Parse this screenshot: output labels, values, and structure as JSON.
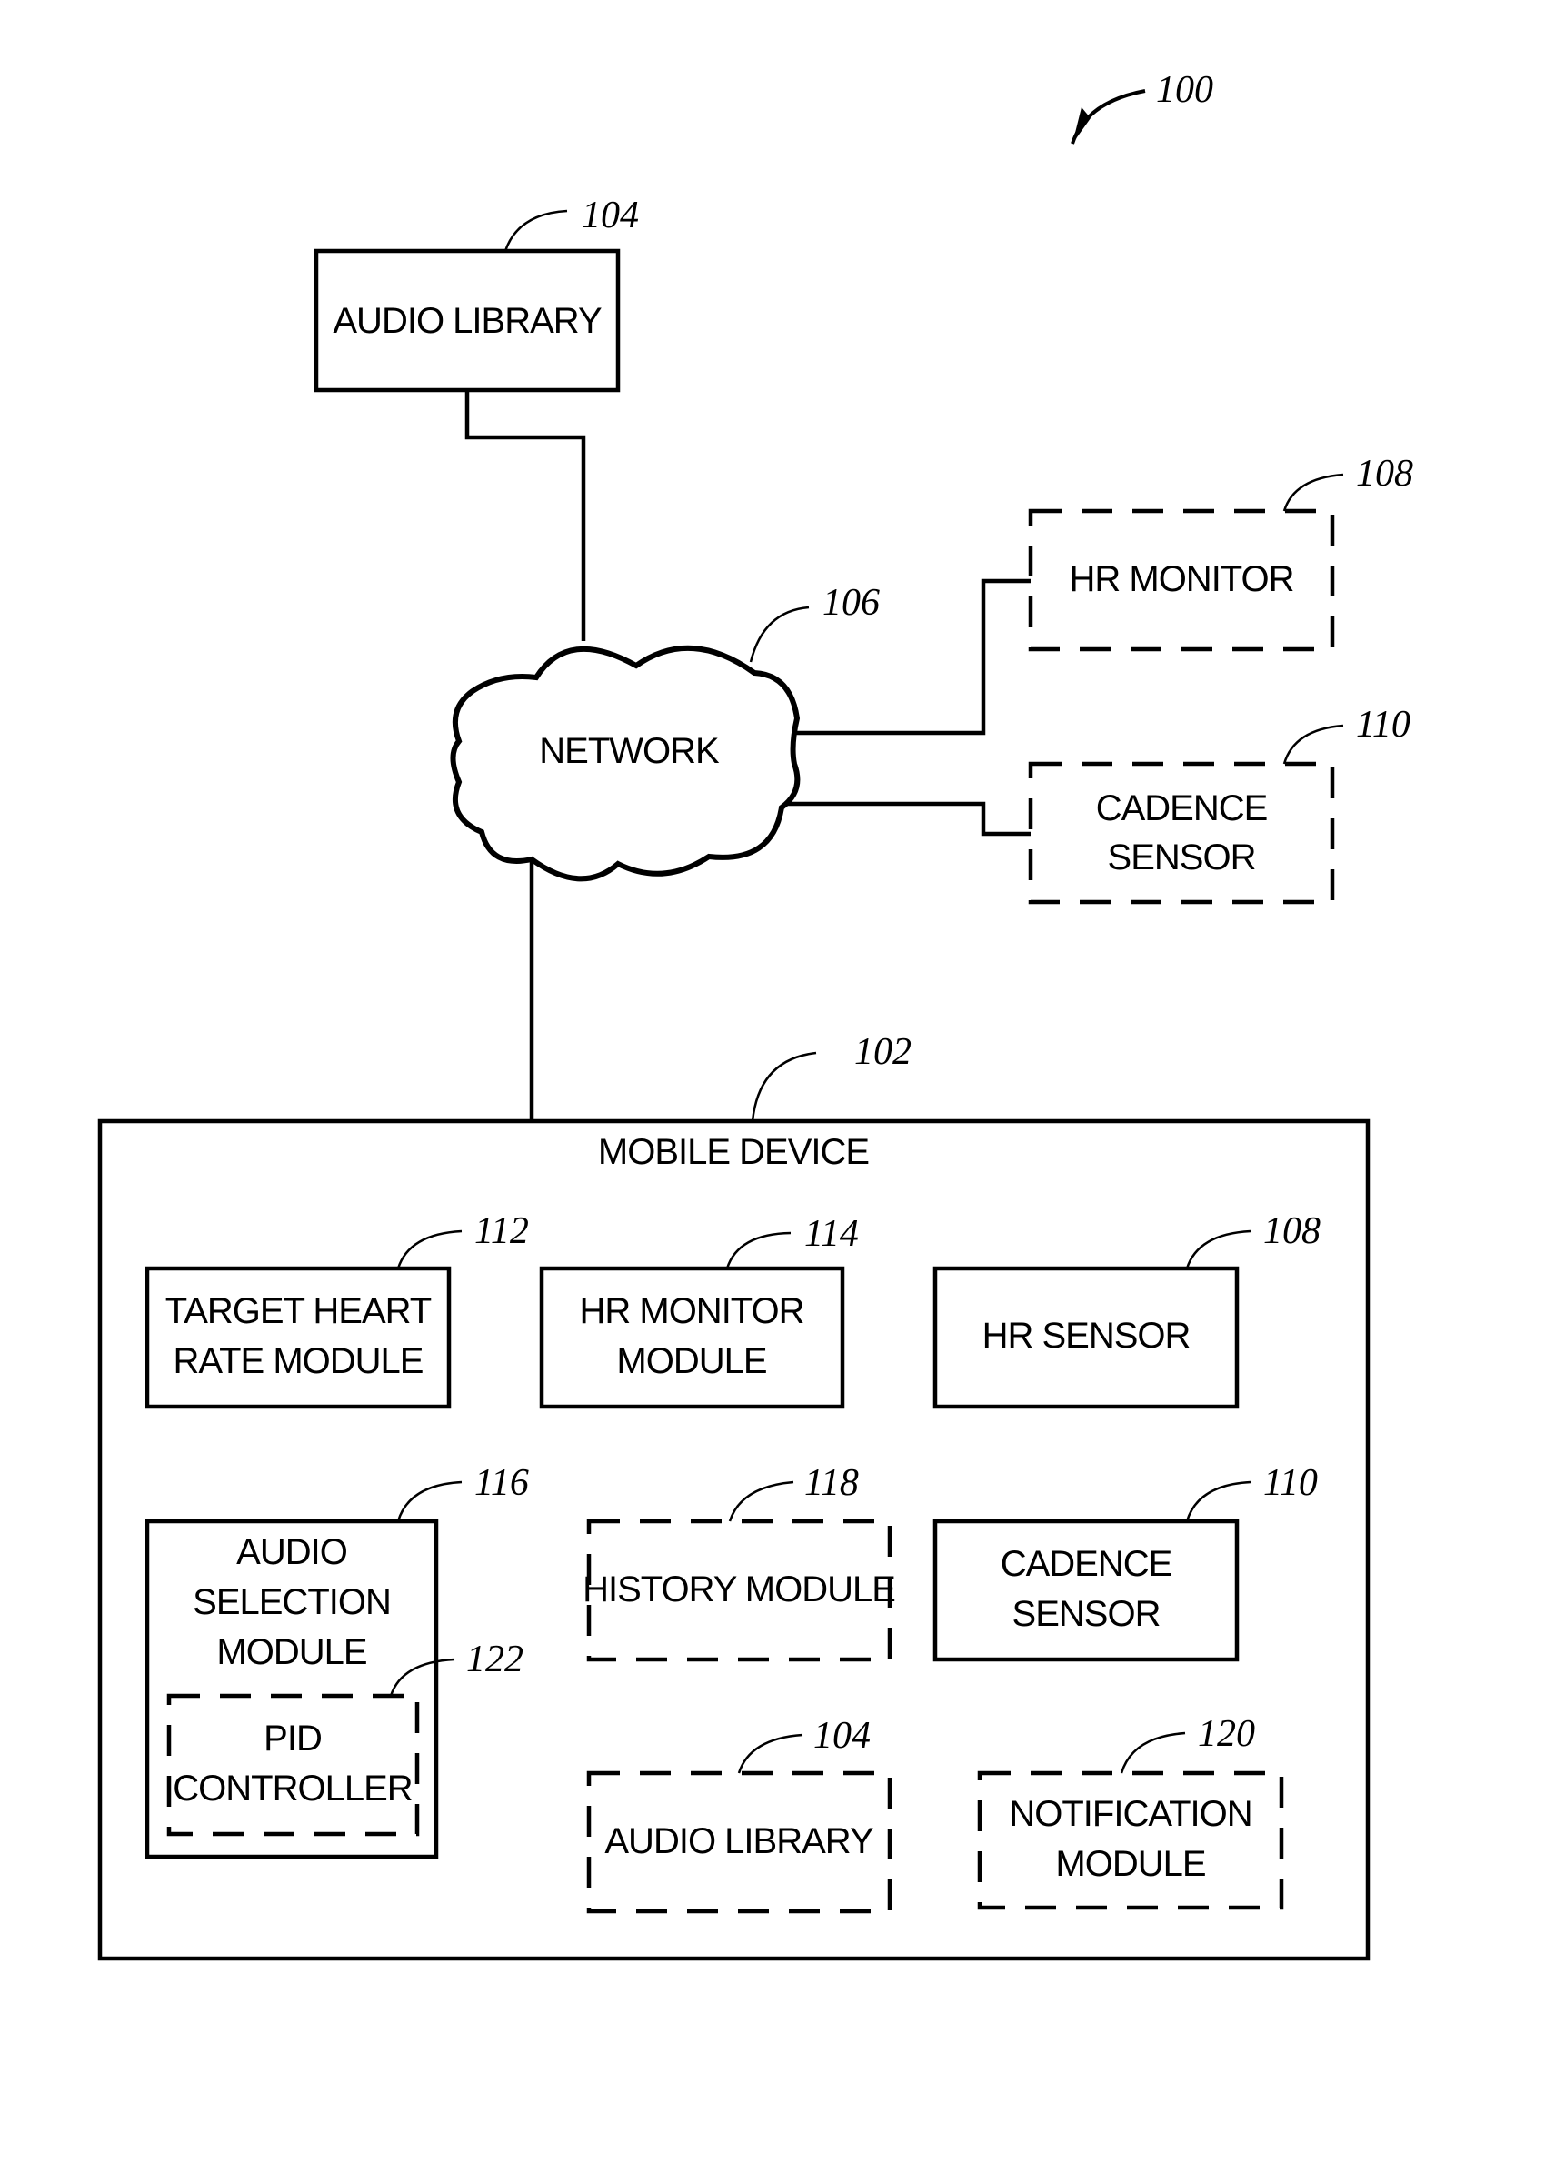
{
  "figure": {
    "ref": "100"
  },
  "audio_library_external": {
    "label": "AUDIO LIBRARY",
    "ref": "104"
  },
  "network": {
    "label": "NETWORK",
    "ref": "106"
  },
  "hr_monitor_external": {
    "label": "HR MONITOR",
    "ref": "108"
  },
  "cadence_sensor_external": {
    "label_lines": [
      "CADENCE",
      "SENSOR"
    ],
    "ref": "110"
  },
  "mobile_device": {
    "label": "MOBILE DEVICE",
    "ref": "102",
    "modules": {
      "target_heart_rate": {
        "label_lines": [
          "TARGET HEART",
          "RATE MODULE"
        ],
        "ref": "112"
      },
      "hr_monitor_module": {
        "label_lines": [
          "HR MONITOR",
          "MODULE"
        ],
        "ref": "114"
      },
      "hr_sensor": {
        "label": "HR SENSOR",
        "ref": "108"
      },
      "audio_selection": {
        "label_lines": [
          "AUDIO",
          "SELECTION",
          "MODULE"
        ],
        "ref": "116"
      },
      "pid_controller": {
        "label_lines": [
          "PID",
          "CONTROLLER"
        ],
        "ref": "122"
      },
      "history_module": {
        "label": "HISTORY MODULE",
        "ref": "118"
      },
      "cadence_sensor": {
        "label_lines": [
          "CADENCE",
          "SENSOR"
        ],
        "ref": "110"
      },
      "audio_library": {
        "label": "AUDIO LIBRARY",
        "ref": "104"
      },
      "notification_module": {
        "label_lines": [
          "NOTIFICATION",
          "MODULE"
        ],
        "ref": "120"
      }
    }
  }
}
